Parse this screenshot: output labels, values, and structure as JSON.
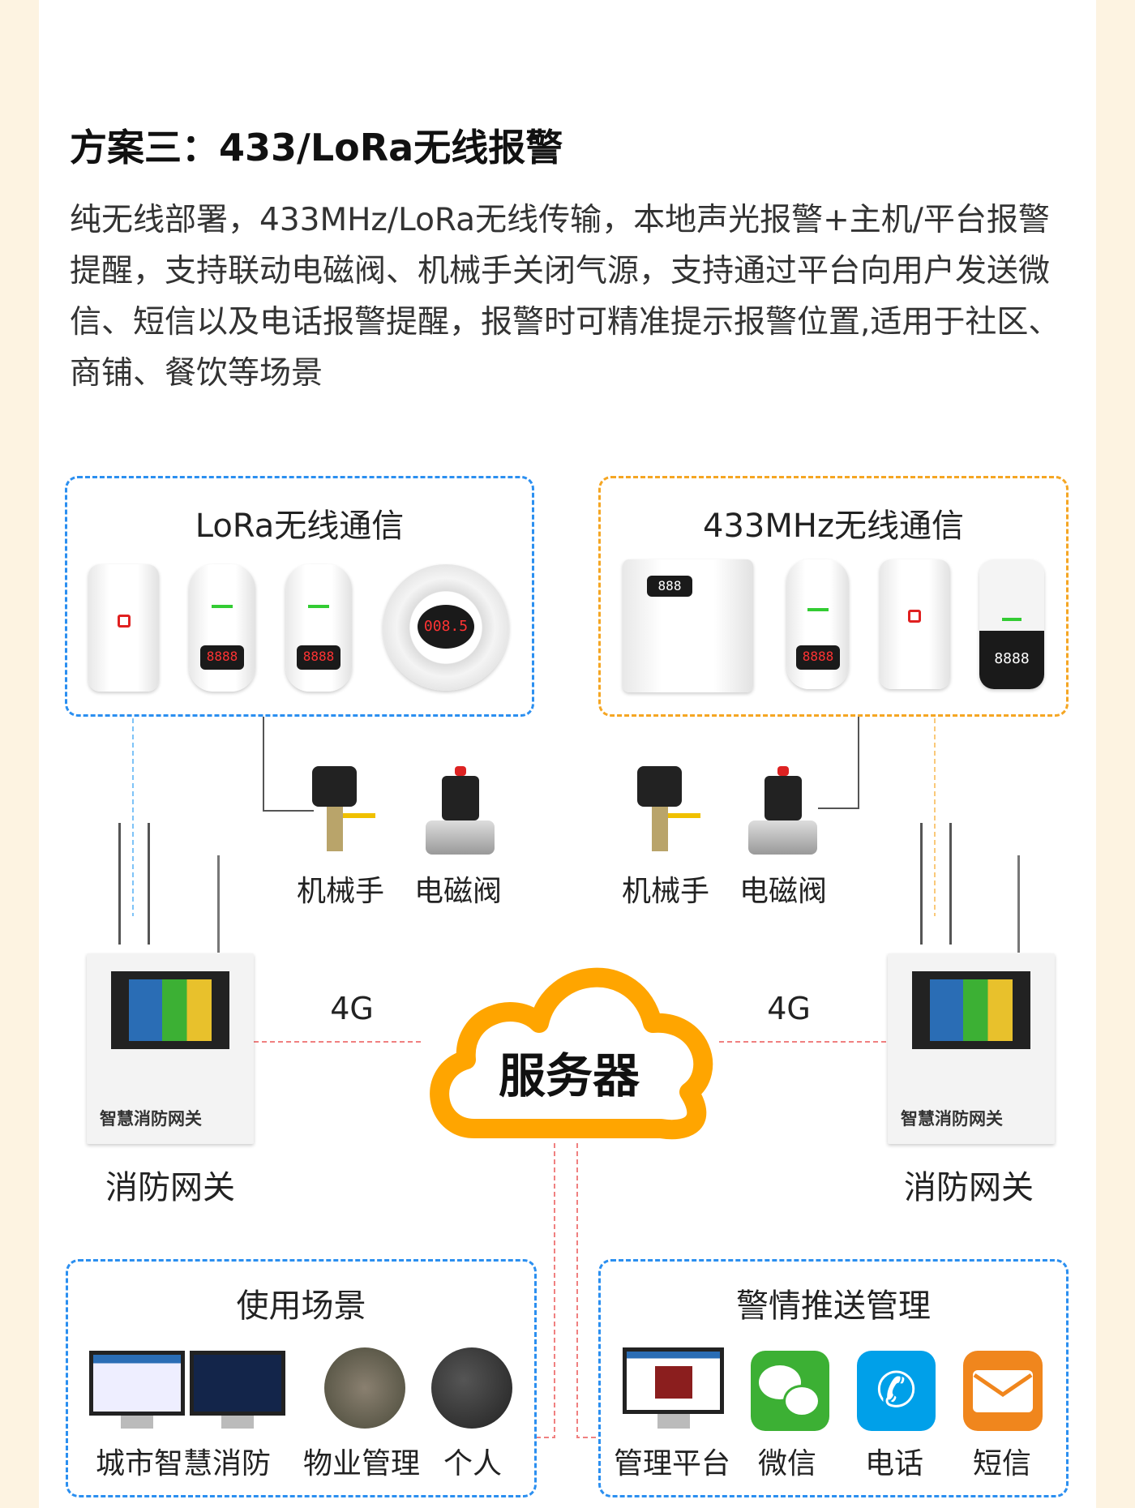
{
  "title": "方案三：433/LoRa无线报警",
  "description": "纯无线部署，433MHz/LoRa无线传输，本地声光报警+主机/平台报警提醒，支持联动电磁阀、机械手关闭气源，支持通过平台向用户发送微信、短信以及电话报警提醒，报警时可精准提示报警位置,适用于社区、商铺、餐饮等场景",
  "lora_box": {
    "title": "LoRa无线通信",
    "display": "8888",
    "smoke_display": "008.5"
  },
  "mhz_box": {
    "title": "433MHz无线通信",
    "display": "8888",
    "panel_display": "888"
  },
  "valves_left": {
    "manipulator": "机械手",
    "solenoid": "电磁阀"
  },
  "valves_right": {
    "manipulator": "机械手",
    "solenoid": "电磁阀"
  },
  "gateway_left": {
    "brand": "智慧消防网关",
    "label": "消防网关",
    "link": "4G"
  },
  "gateway_right": {
    "brand": "智慧消防网关",
    "label": "消防网关",
    "link": "4G"
  },
  "server": "服务器",
  "scenes": {
    "title": "使用场景",
    "items": [
      "城市智慧消防",
      "物业管理",
      "个人"
    ]
  },
  "push": {
    "title": "警情推送管理",
    "items": [
      {
        "label": "管理平台",
        "icon": "monitor-icon"
      },
      {
        "label": "微信",
        "icon": "wechat-icon",
        "color": "#3cb034"
      },
      {
        "label": "电话",
        "icon": "phone-icon",
        "color": "#00a0e9"
      },
      {
        "label": "短信",
        "icon": "mail-icon",
        "color": "#f0861d"
      }
    ]
  },
  "colors": {
    "blue": "#2b8ff0",
    "orange": "#f5a623",
    "cloud": "#ffa500",
    "link": "#f08080"
  }
}
